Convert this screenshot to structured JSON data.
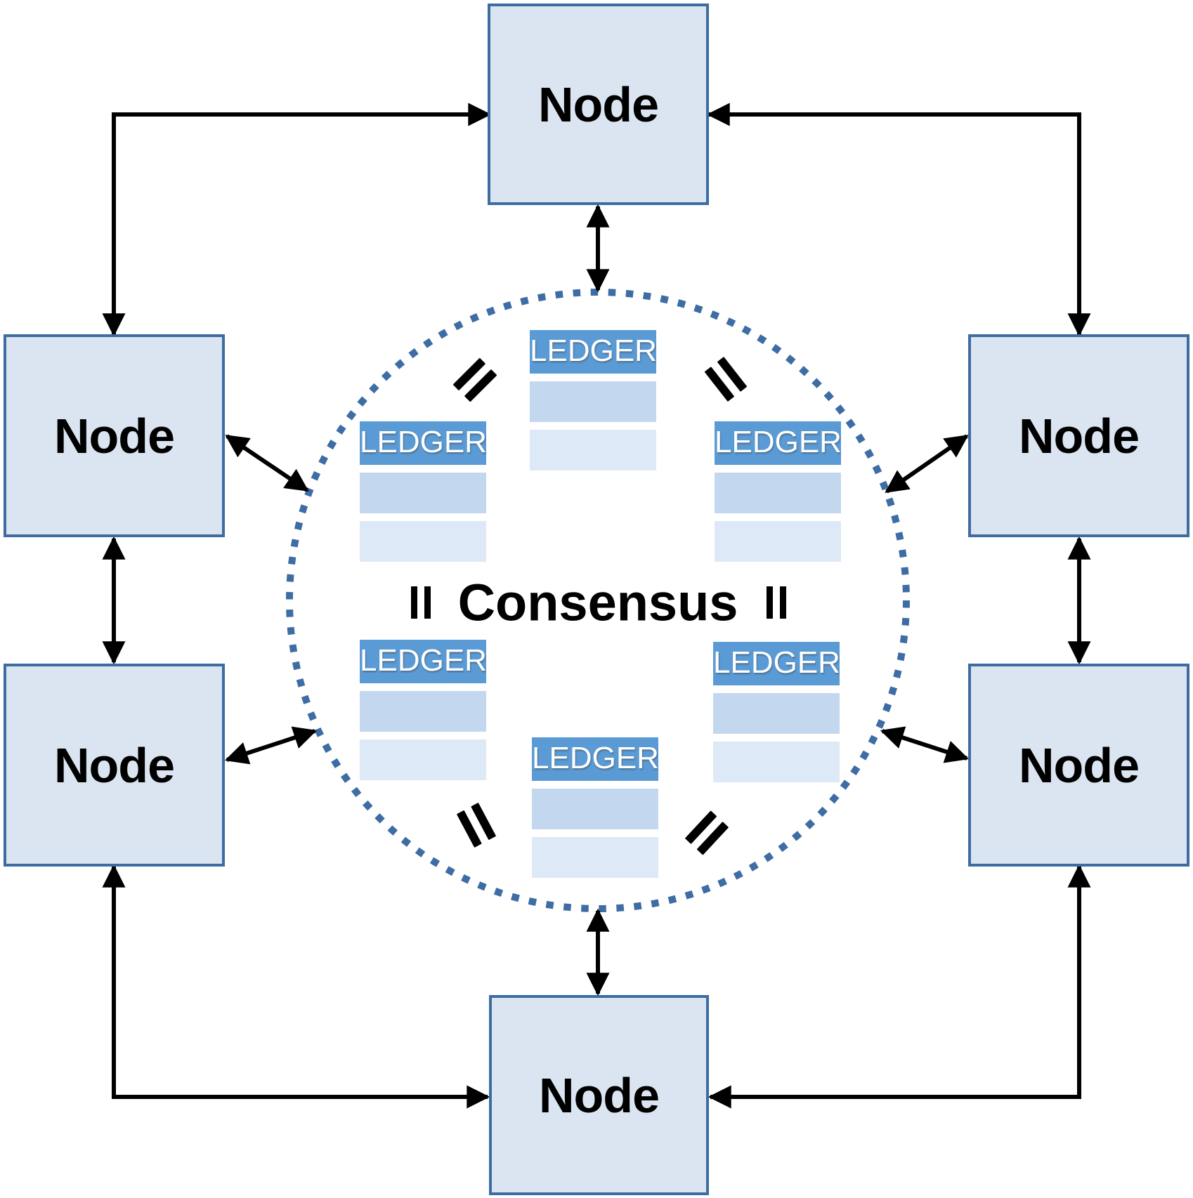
{
  "diagram": {
    "title_semantic": "Distributed ledger consensus network diagram",
    "consensus_label": "Consensus",
    "equals_glyph": "=",
    "nodes": [
      {
        "id": "top",
        "label": "Node"
      },
      {
        "id": "upper-left",
        "label": "Node"
      },
      {
        "id": "upper-right",
        "label": "Node"
      },
      {
        "id": "lower-left",
        "label": "Node"
      },
      {
        "id": "lower-right",
        "label": "Node"
      },
      {
        "id": "bottom",
        "label": "Node"
      }
    ],
    "ledgers": [
      {
        "id": "top",
        "label": "LEDGER"
      },
      {
        "id": "upper-left",
        "label": "LEDGER"
      },
      {
        "id": "upper-right",
        "label": "LEDGER"
      },
      {
        "id": "lower-left",
        "label": "LEDGER"
      },
      {
        "id": "lower-right",
        "label": "LEDGER"
      },
      {
        "id": "bottom",
        "label": "LEDGER"
      }
    ],
    "colors": {
      "node_fill": "#dbe5f1",
      "node_border": "#3d6ca0",
      "ledger_header": "#5b9bd5",
      "ledger_row_mid": "#c3d8ee",
      "ledger_row_light": "#dde9f6",
      "circle_dots": "#3d6da4",
      "arrow_color": "#000000"
    }
  }
}
